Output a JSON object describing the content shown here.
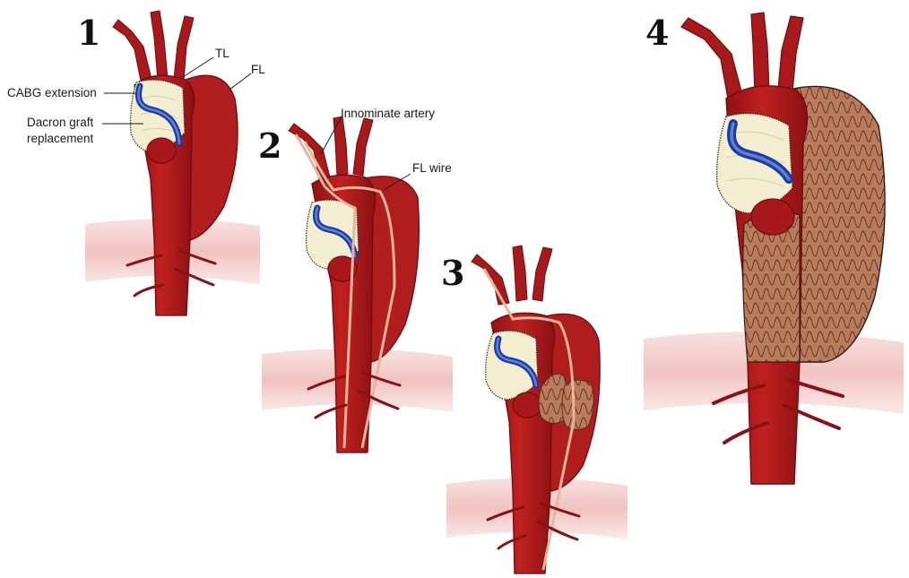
{
  "panels": [
    {
      "number": "1"
    },
    {
      "number": "2"
    },
    {
      "number": "3"
    },
    {
      "number": "4"
    }
  ],
  "labels": {
    "tl": "TL",
    "fl": "FL",
    "cabg_extension": "CABG extension",
    "dacron_line1": "Dacron graft",
    "dacron_line2": "replacement",
    "innominate_artery": "Innominate artery",
    "fl_wire": "FL wire"
  },
  "colors": {
    "aorta": "#b3191c",
    "aorta_dark": "#7e0d10",
    "graft": "#f3eed2",
    "cabg": "#2c4fb3",
    "diaphragm": "#f3c9c6",
    "stent": "#b77b5c",
    "wire": "#e7b59a"
  }
}
